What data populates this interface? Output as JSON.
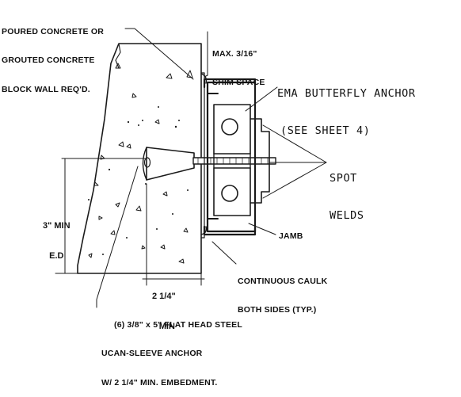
{
  "labels": {
    "wall_note": [
      "POURED CONCRETE OR",
      "GROUTED CONCRETE",
      "BLOCK WALL REQ'D."
    ],
    "shim_note": [
      "MAX. 3/16\"",
      "SHIM SPACE"
    ],
    "anchor_note": [
      "EMA BUTTERFLY ANCHOR",
      "(SEE SHEET 4)"
    ],
    "spot_welds": [
      "SPOT",
      "WELDS"
    ],
    "edge_distance": [
      "3\" MIN",
      "E.D"
    ],
    "jamb": "JAMB",
    "caulk_note": [
      "CONTINUOUS CAULK",
      "BOTH SIDES (TYP.)"
    ],
    "embed_dim": [
      "2 1/4\"",
      "MIN"
    ],
    "sleeve_note": [
      "(6) 3/8\" x 5\" FLAT HEAD STEEL",
      "UCAN-SLEEVE ANCHOR",
      "W/ 2 1/4\" MIN. EMBEDMENT."
    ]
  },
  "colors": {
    "line": "#1a1a1a",
    "background": "#ffffff"
  }
}
